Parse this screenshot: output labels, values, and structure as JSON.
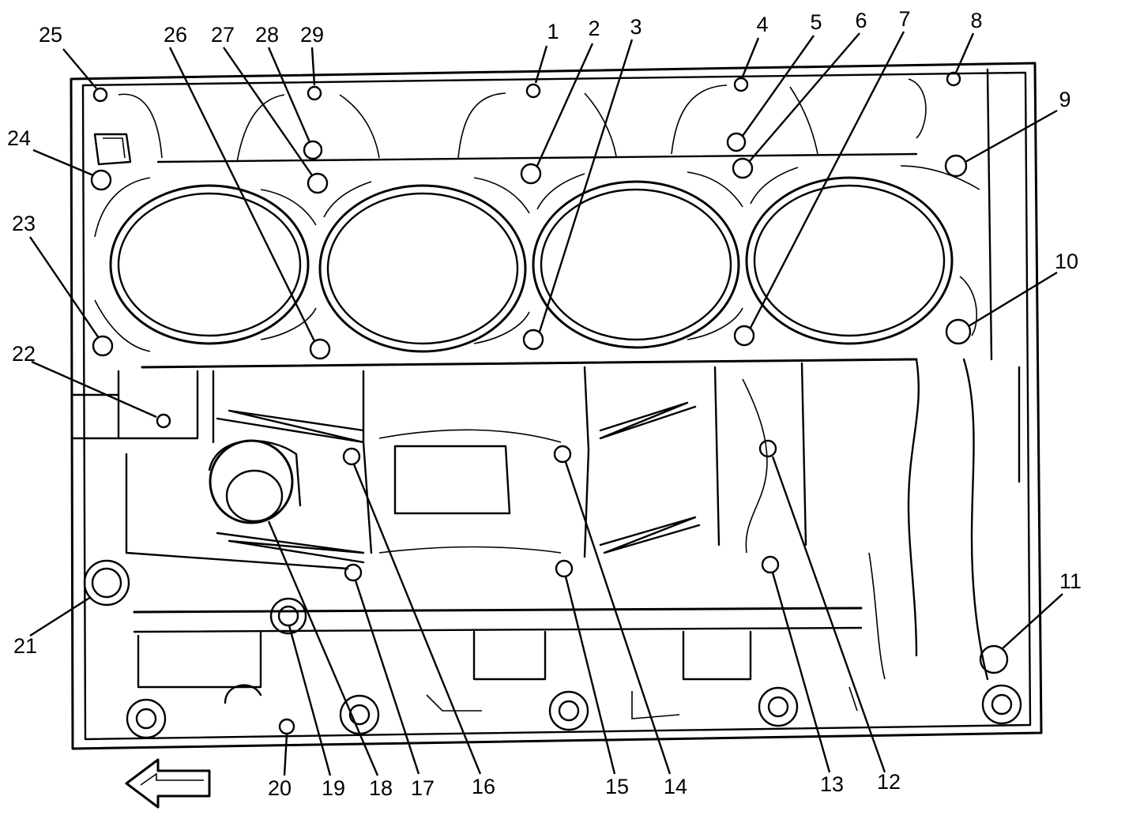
{
  "callouts": [
    {
      "id": 1,
      "text": "1"
    },
    {
      "id": 2,
      "text": "2"
    },
    {
      "id": 3,
      "text": "3"
    },
    {
      "id": 4,
      "text": "4"
    },
    {
      "id": 5,
      "text": "5"
    },
    {
      "id": 6,
      "text": "6"
    },
    {
      "id": 7,
      "text": "7"
    },
    {
      "id": 8,
      "text": "8"
    },
    {
      "id": 9,
      "text": "9"
    },
    {
      "id": 10,
      "text": "10"
    },
    {
      "id": 11,
      "text": "11"
    },
    {
      "id": 12,
      "text": "12"
    },
    {
      "id": 13,
      "text": "13"
    },
    {
      "id": 14,
      "text": "14"
    },
    {
      "id": 15,
      "text": "15"
    },
    {
      "id": 16,
      "text": "16"
    },
    {
      "id": 17,
      "text": "17"
    },
    {
      "id": 18,
      "text": "18"
    },
    {
      "id": 19,
      "text": "19"
    },
    {
      "id": 20,
      "text": "20"
    },
    {
      "id": 21,
      "text": "21"
    },
    {
      "id": 22,
      "text": "22"
    },
    {
      "id": 23,
      "text": "23"
    },
    {
      "id": 24,
      "text": "24"
    },
    {
      "id": 25,
      "text": "25"
    },
    {
      "id": 26,
      "text": "26"
    },
    {
      "id": 27,
      "text": "27"
    },
    {
      "id": 28,
      "text": "28"
    },
    {
      "id": 29,
      "text": "29"
    }
  ],
  "direction_arrow": {
    "icon": "arrow-left-icon"
  }
}
